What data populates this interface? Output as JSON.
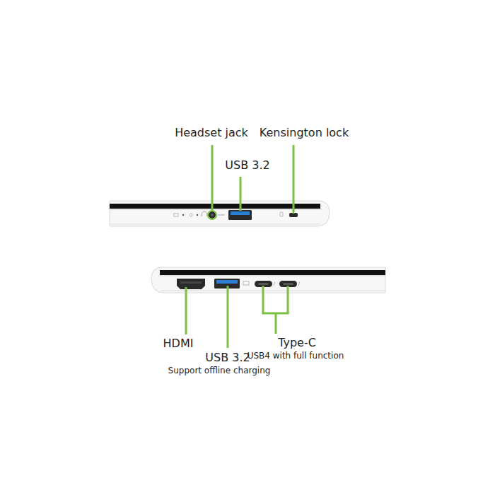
{
  "diagram": {
    "labels": [
      "Headset jack",
      "Kensington lock",
      "USB 3.2",
      "HDMI",
      "USB 3.2",
      "Support offline charging",
      "Type-C",
      "USB4 with full function"
    ]
  }
}
